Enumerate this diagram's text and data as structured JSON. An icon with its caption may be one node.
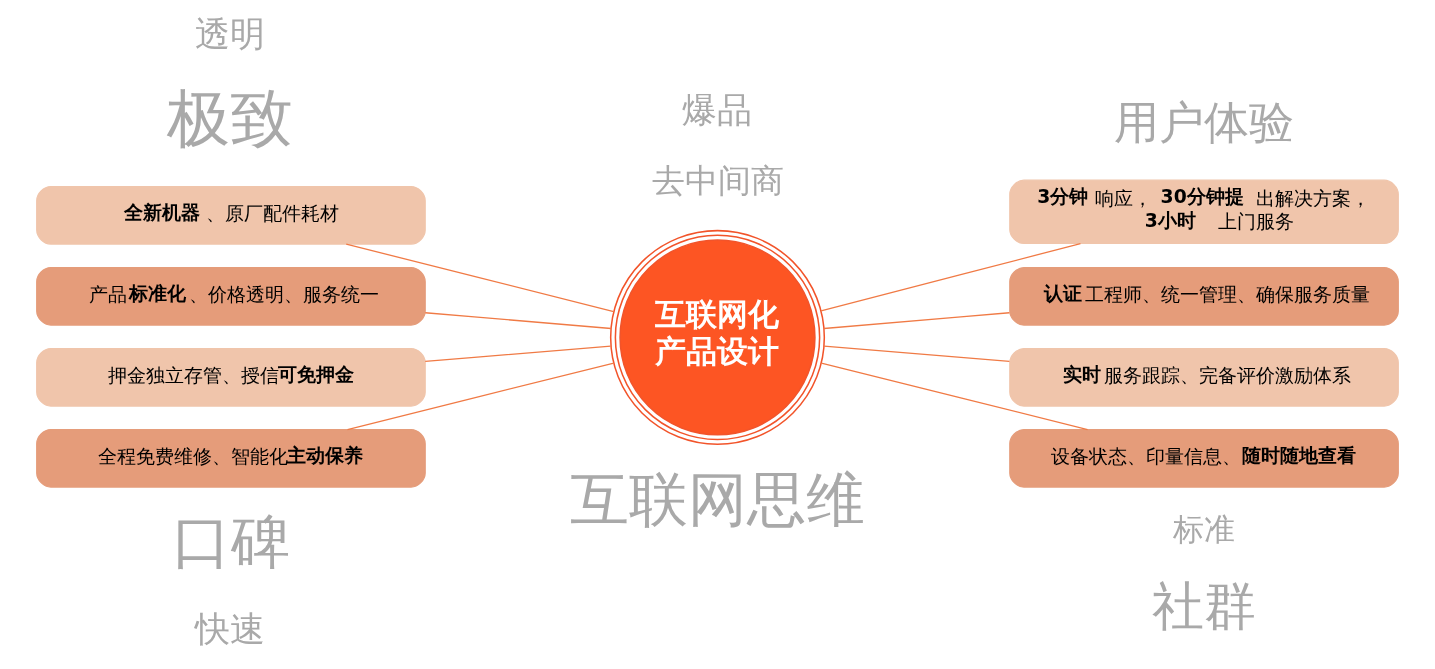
{
  "diagram": {
    "nodes": [
      {
        "text": [
          "互联网化产品设计"
        ]
      },
      {
        "text": [
          "**全新机器**、原厂配件耗材"
        ]
      },
      {
        "text": [
          "产品**标准化**、价格透明、服务统一"
        ]
      },
      {
        "text": [
          "押金独立存管、授信**可免押金**"
        ]
      },
      {
        "text": [
          "全程免费维修、智能化**主动保养**"
        ]
      },
      {
        "text": [
          "**3分钟**响应，**30分钟提**出解决方案，**3小时**上门服务"
        ]
      },
      {
        "text": [
          "**认证**工程师、统一管理、确保服务质量"
        ]
      },
      {
        "text": [
          "**实时**服务跟踪、完备评价激励体系"
        ]
      },
      {
        "text": [
          "设备状态、印量信息、**随时随地查看**"
        ]
      }
    ],
    "edges": [
      {
        "from": 1,
        "to": 0,
        "arrow": "none"
      },
      {
        "from": 2,
        "to": 0,
        "arrow": "none"
      },
      {
        "from": 3,
        "to": 0,
        "arrow": "none"
      },
      {
        "from": 4,
        "to": 0,
        "arrow": "none"
      },
      {
        "from": 0,
        "to": 5,
        "arrow": "none"
      },
      {
        "from": 0,
        "to": 6,
        "arrow": "none"
      },
      {
        "from": 0,
        "to": 7,
        "arrow": "none"
      },
      {
        "from": 0,
        "to": 8,
        "arrow": "none"
      }
    ],
    "labels": [
      "透明",
      "极致",
      "爆品",
      "用户体验",
      "去中间商",
      "互联网思维",
      "口碑",
      "快速",
      "标准",
      "社群"
    ]
  }
}
